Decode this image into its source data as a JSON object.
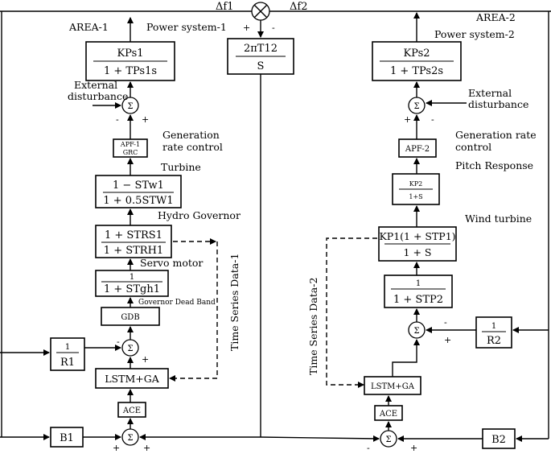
{
  "area1": {
    "title": "AREA-1",
    "power_system": "Power system-1"
  },
  "area2": {
    "title": "AREA-2",
    "power_system": "Power system-2"
  },
  "tie_line": {
    "delta_f1": "Δf1",
    "delta_f2": "Δf2",
    "tie_block_num": "2πT12",
    "tie_block_den": "S",
    "sign_plus": "+",
    "sign_minus": "-"
  },
  "labels": {
    "external_disturbance_1": [
      "External",
      "disturbance"
    ],
    "external_disturbance_2": [
      "External",
      "disturbance"
    ],
    "generation_rate_control_1": [
      "Generation",
      "rate control"
    ],
    "generation_rate_control_2": [
      "Generation rate",
      "control"
    ],
    "turbine": "Turbine",
    "hydro_governor": "Hydro Governor",
    "servo_motor": "Servo motor",
    "governor_dead_band": "Governor Dead Band",
    "pitch_response": "Pitch Response",
    "wind_turbine": "Wind turbine",
    "time_series_1": "Time Series Data-1",
    "time_series_2": "Time Series Data-2"
  },
  "blocks_area1": {
    "ps1_num": "KPs1",
    "ps1_den": "1 + TPs1s",
    "apf1_line1": "APF-1",
    "apf1_line2": "GRC",
    "turbine_num": "1 − STw1",
    "turbine_den": "1 + 0.5STW1",
    "hydro_num": "1 + STRS1",
    "hydro_den": "1 + STRH1",
    "servo_num": "1",
    "servo_den": "1 + STgh1",
    "gdb": "GDB",
    "r1_num": "1",
    "r1_den": "R1",
    "lstm": "LSTM+GA",
    "ace": "ACE",
    "b1": "B1"
  },
  "blocks_area2": {
    "ps2_num": "KPs2",
    "ps2_den": "1 + TPs2s",
    "apf2": "APF-2",
    "pitch_num": "KP2",
    "pitch_den": "1+S",
    "wind_num": "KP1(1 + STP1)",
    "wind_den": "1 + S",
    "first_num": "1",
    "first_den": "1 + STP2",
    "r2_num": "1",
    "r2_den": "R2",
    "lstm": "LSTM+GA",
    "ace": "ACE",
    "b2": "B2"
  },
  "sum_symbol": "Σ",
  "mult_symbol": "⊗"
}
